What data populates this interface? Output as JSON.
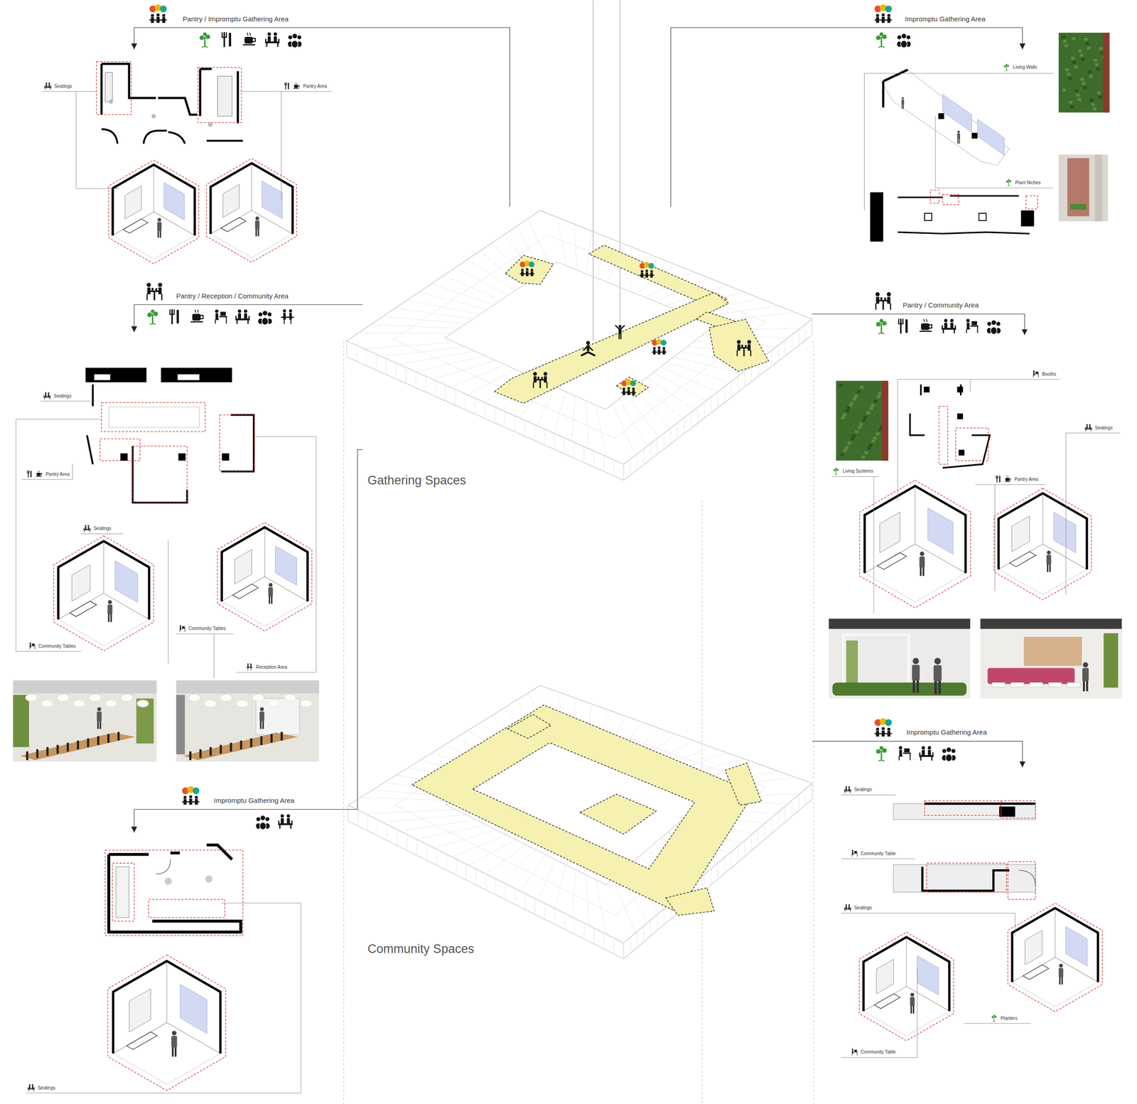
{
  "diagram": {
    "nodes": [
      {
        "text": [
          "Pantry / Impromptu Gathering Area"
        ]
      },
      {
        "text": [
          "Impromptu Gathering Area"
        ]
      },
      {
        "text": [
          "Pantry / Reception / Community Area"
        ]
      },
      {
        "text": [
          "Gathering Spaces"
        ]
      },
      {
        "text": [
          "Pantry / Community Area"
        ]
      },
      {
        "text": [
          "Impromptu Gathering Area"
        ]
      },
      {
        "text": [
          "Impromptu Gathering Area"
        ]
      },
      {
        "text": [
          "Community Spaces"
        ]
      }
    ],
    "edges": [
      {
        "from": 3,
        "to": 0,
        "arrow": "to"
      },
      {
        "from": 3,
        "to": 1,
        "arrow": "to"
      },
      {
        "from": 3,
        "to": 2,
        "arrow": "to"
      },
      {
        "from": 3,
        "to": 4,
        "arrow": "to"
      },
      {
        "from": 7,
        "to": 5,
        "arrow": "to"
      },
      {
        "from": 3,
        "to": 6,
        "arrow": "to"
      }
    ],
    "labels": [
      "Seatings",
      "Pantry Area",
      "Living Walls",
      "Plant Niches",
      "Seatings",
      "Pantry Area",
      "Seatings",
      "Community Tables",
      "Community Tables",
      "Reception Area",
      "Booths",
      "Seatings",
      "Living Systems",
      "Pantry Area",
      "Seatings",
      "Community Table",
      "Seatings",
      "Planters",
      "Community Table",
      "Seatings"
    ]
  }
}
